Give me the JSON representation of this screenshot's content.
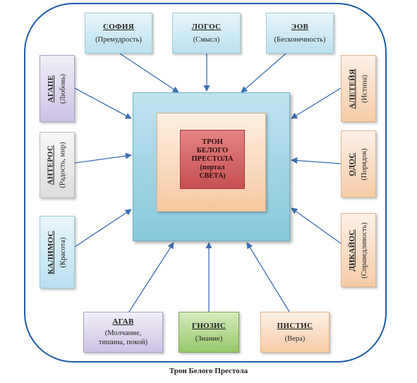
{
  "core": {
    "title_lines": [
      "ТРОН",
      "БЕЛОГО",
      "ПРЕСТОЛА"
    ],
    "sub_lines": [
      "(портал",
      "СВЕТА)"
    ]
  },
  "top": [
    {
      "title": "СОФИЯ",
      "sub": "(Премудрость)"
    },
    {
      "title": "ЛОГОС",
      "sub": "(Смысл)"
    },
    {
      "title": "ЭОВ",
      "sub": "(Бесконечность)"
    }
  ],
  "left": [
    {
      "title": "АГАПЕ",
      "sub": "(Любовь)"
    },
    {
      "title": "АНТЕРОС",
      "sub": "(Радость, мир)"
    },
    {
      "title": "КАЛИМОС",
      "sub": "(Красота)"
    }
  ],
  "right": [
    {
      "title": "АЛЕТЕЙЯ",
      "sub": "(Истина)"
    },
    {
      "title": "ОДОС",
      "sub": "(Порядок)"
    },
    {
      "title": "ДИКАЙОС",
      "sub": "(Справедливость)"
    }
  ],
  "bottom": [
    {
      "title": "АГАВ",
      "sub_lines": [
        "(Молчание,",
        "тишина, покой)"
      ]
    },
    {
      "title": "ГНОЗИС",
      "sub": "(Знание)"
    },
    {
      "title": "ПИСТИС",
      "sub": "(Вера)"
    }
  ],
  "caption": "Трон Белого Престола",
  "colors": {
    "frame": "#1d5da8",
    "arrow": "#3b6fb5",
    "throne_outer": "#9fd4e6",
    "throne_middle": "#f8d9bd",
    "throne_core": "#d96a6a"
  }
}
